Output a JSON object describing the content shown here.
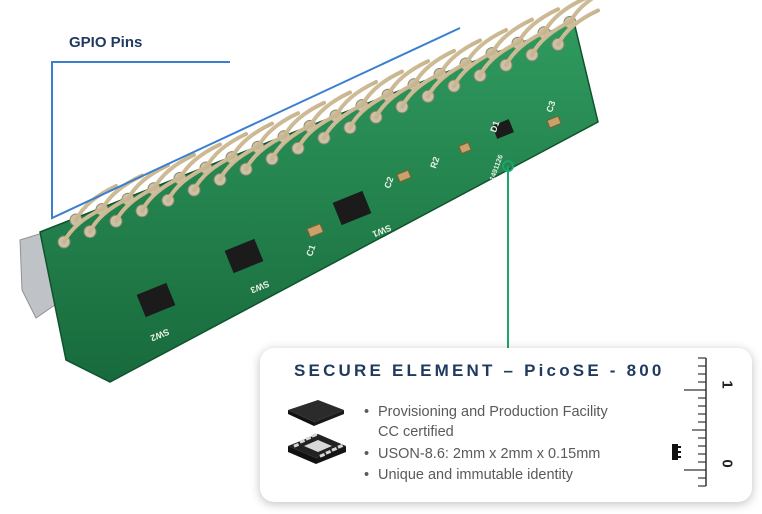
{
  "labels": {
    "gpio_pins": "GPIO Pins"
  },
  "callout": {
    "title": "SECURE ELEMENT – PicoSE - 800",
    "features": [
      "Provisioning and Production Facility",
      "CC certified",
      "USON-8.6: 2mm x 2mm x 0.15mm",
      "Unique and immutable identity"
    ]
  },
  "board_silkscreen": {
    "sw1": "SW1",
    "sw2": "SW2",
    "sw3": "SW3",
    "c1": "C1",
    "c2": "C2",
    "r2": "R2",
    "d1": "D1",
    "serial": "1491126",
    "c3": "C3"
  },
  "scale": {
    "mark_1": "1",
    "mark_0": "0"
  },
  "colors": {
    "pcb": "#1f7a4a",
    "accent_line": "#3a7fd0",
    "callout_line": "#1aa56a",
    "title": "#1f3a5f"
  }
}
